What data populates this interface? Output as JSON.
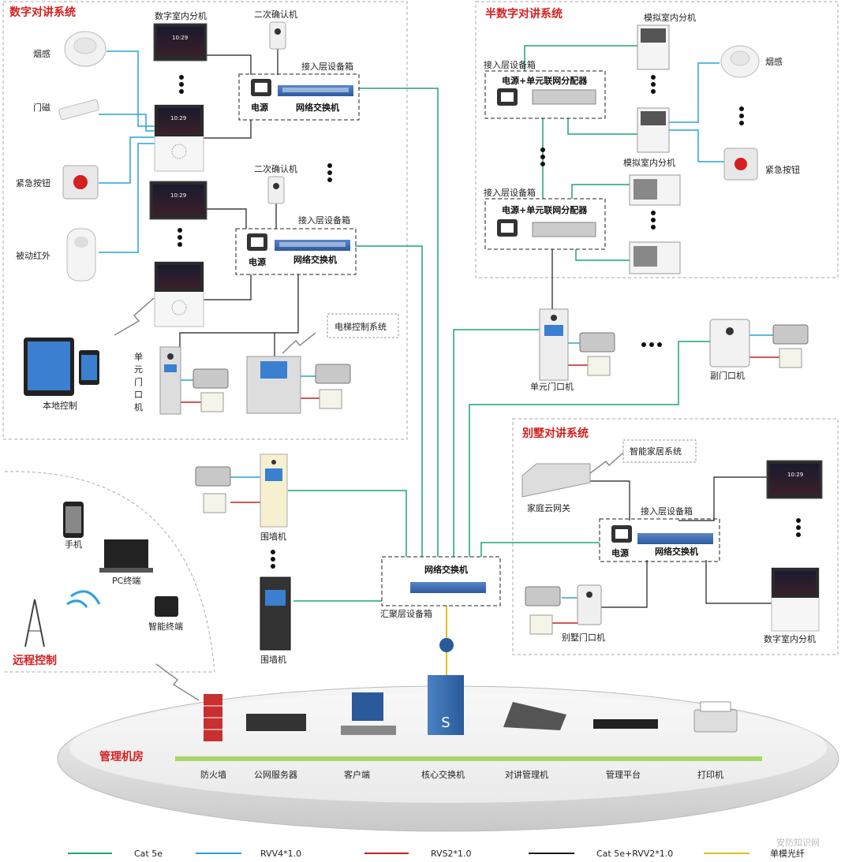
{
  "colors": {
    "cat5e": "#1ea47a",
    "rvv4": "#2aa3d6",
    "rvs2": "#c02020",
    "cat5e_rvv2": "#1a1a1a",
    "fiber": "#e0c020",
    "title_red": "#d42020"
  },
  "sections": {
    "digital": "数字对讲系统",
    "semi": "半数字对讲系统",
    "villa": "别墅对讲系统",
    "remote": "远程控制",
    "mgmt": "管理机房"
  },
  "labels": {
    "smoke": "烟感",
    "door_mag": "门磁",
    "emergency": "紧急按钮",
    "pir": "被动红外",
    "local_ctrl": "本地控制",
    "digital_indoor": "数字室内分机",
    "confirm1": "二次确认机",
    "confirm2": "二次确认机",
    "access_box1": "接入层设备箱",
    "access_box2": "接入层设备箱",
    "power": "电源",
    "net_switch": "网络交换机",
    "unit_door_v": "单元门口机",
    "elevator": "电梯控制系统",
    "semi_access1": "接入层设备箱",
    "semi_access2": "接入层设备箱",
    "power_dist": "电源+单元联网分配器",
    "analog_indoor_top": "模拟室内分机",
    "analog_indoor_mid": "模拟室内分机",
    "smoke2": "烟感",
    "emergency2": "紧急按钮",
    "unit_door": "单元门口机",
    "sub_door": "副门口机",
    "smart_home": "智能家居系统",
    "home_gateway": "家庭云网关",
    "villa_access": "接入层设备箱",
    "villa_door": "别墅门口机",
    "villa_indoor": "数字室内分机",
    "wall1": "围墙机",
    "wall2": "围墙机",
    "agg_switch": "网络交换机",
    "agg_box": "汇聚层设备箱",
    "phone": "手机",
    "pc": "PC终端",
    "smart_term": "智能终端",
    "firewall": "防火墙",
    "server": "公网服务器",
    "client": "客户端",
    "core_switch": "核心交换机",
    "intercom_mgr": "对讲管理机",
    "mgmt_platform": "管理平台",
    "printer": "打印机",
    "screen_time": "10:29",
    "core_symbol": "S"
  },
  "legend": [
    {
      "label": "Cat 5e",
      "color": "#1ea47a"
    },
    {
      "label": "RVV4*1.0",
      "color": "#2aa3d6"
    },
    {
      "label": "RVS2*1.0",
      "color": "#c02020"
    },
    {
      "label": "Cat 5e+RVV2*1.0",
      "color": "#1a1a1a"
    },
    {
      "label": "单模光纤",
      "color": "#e0c020"
    }
  ],
  "watermark": "安防知识网"
}
